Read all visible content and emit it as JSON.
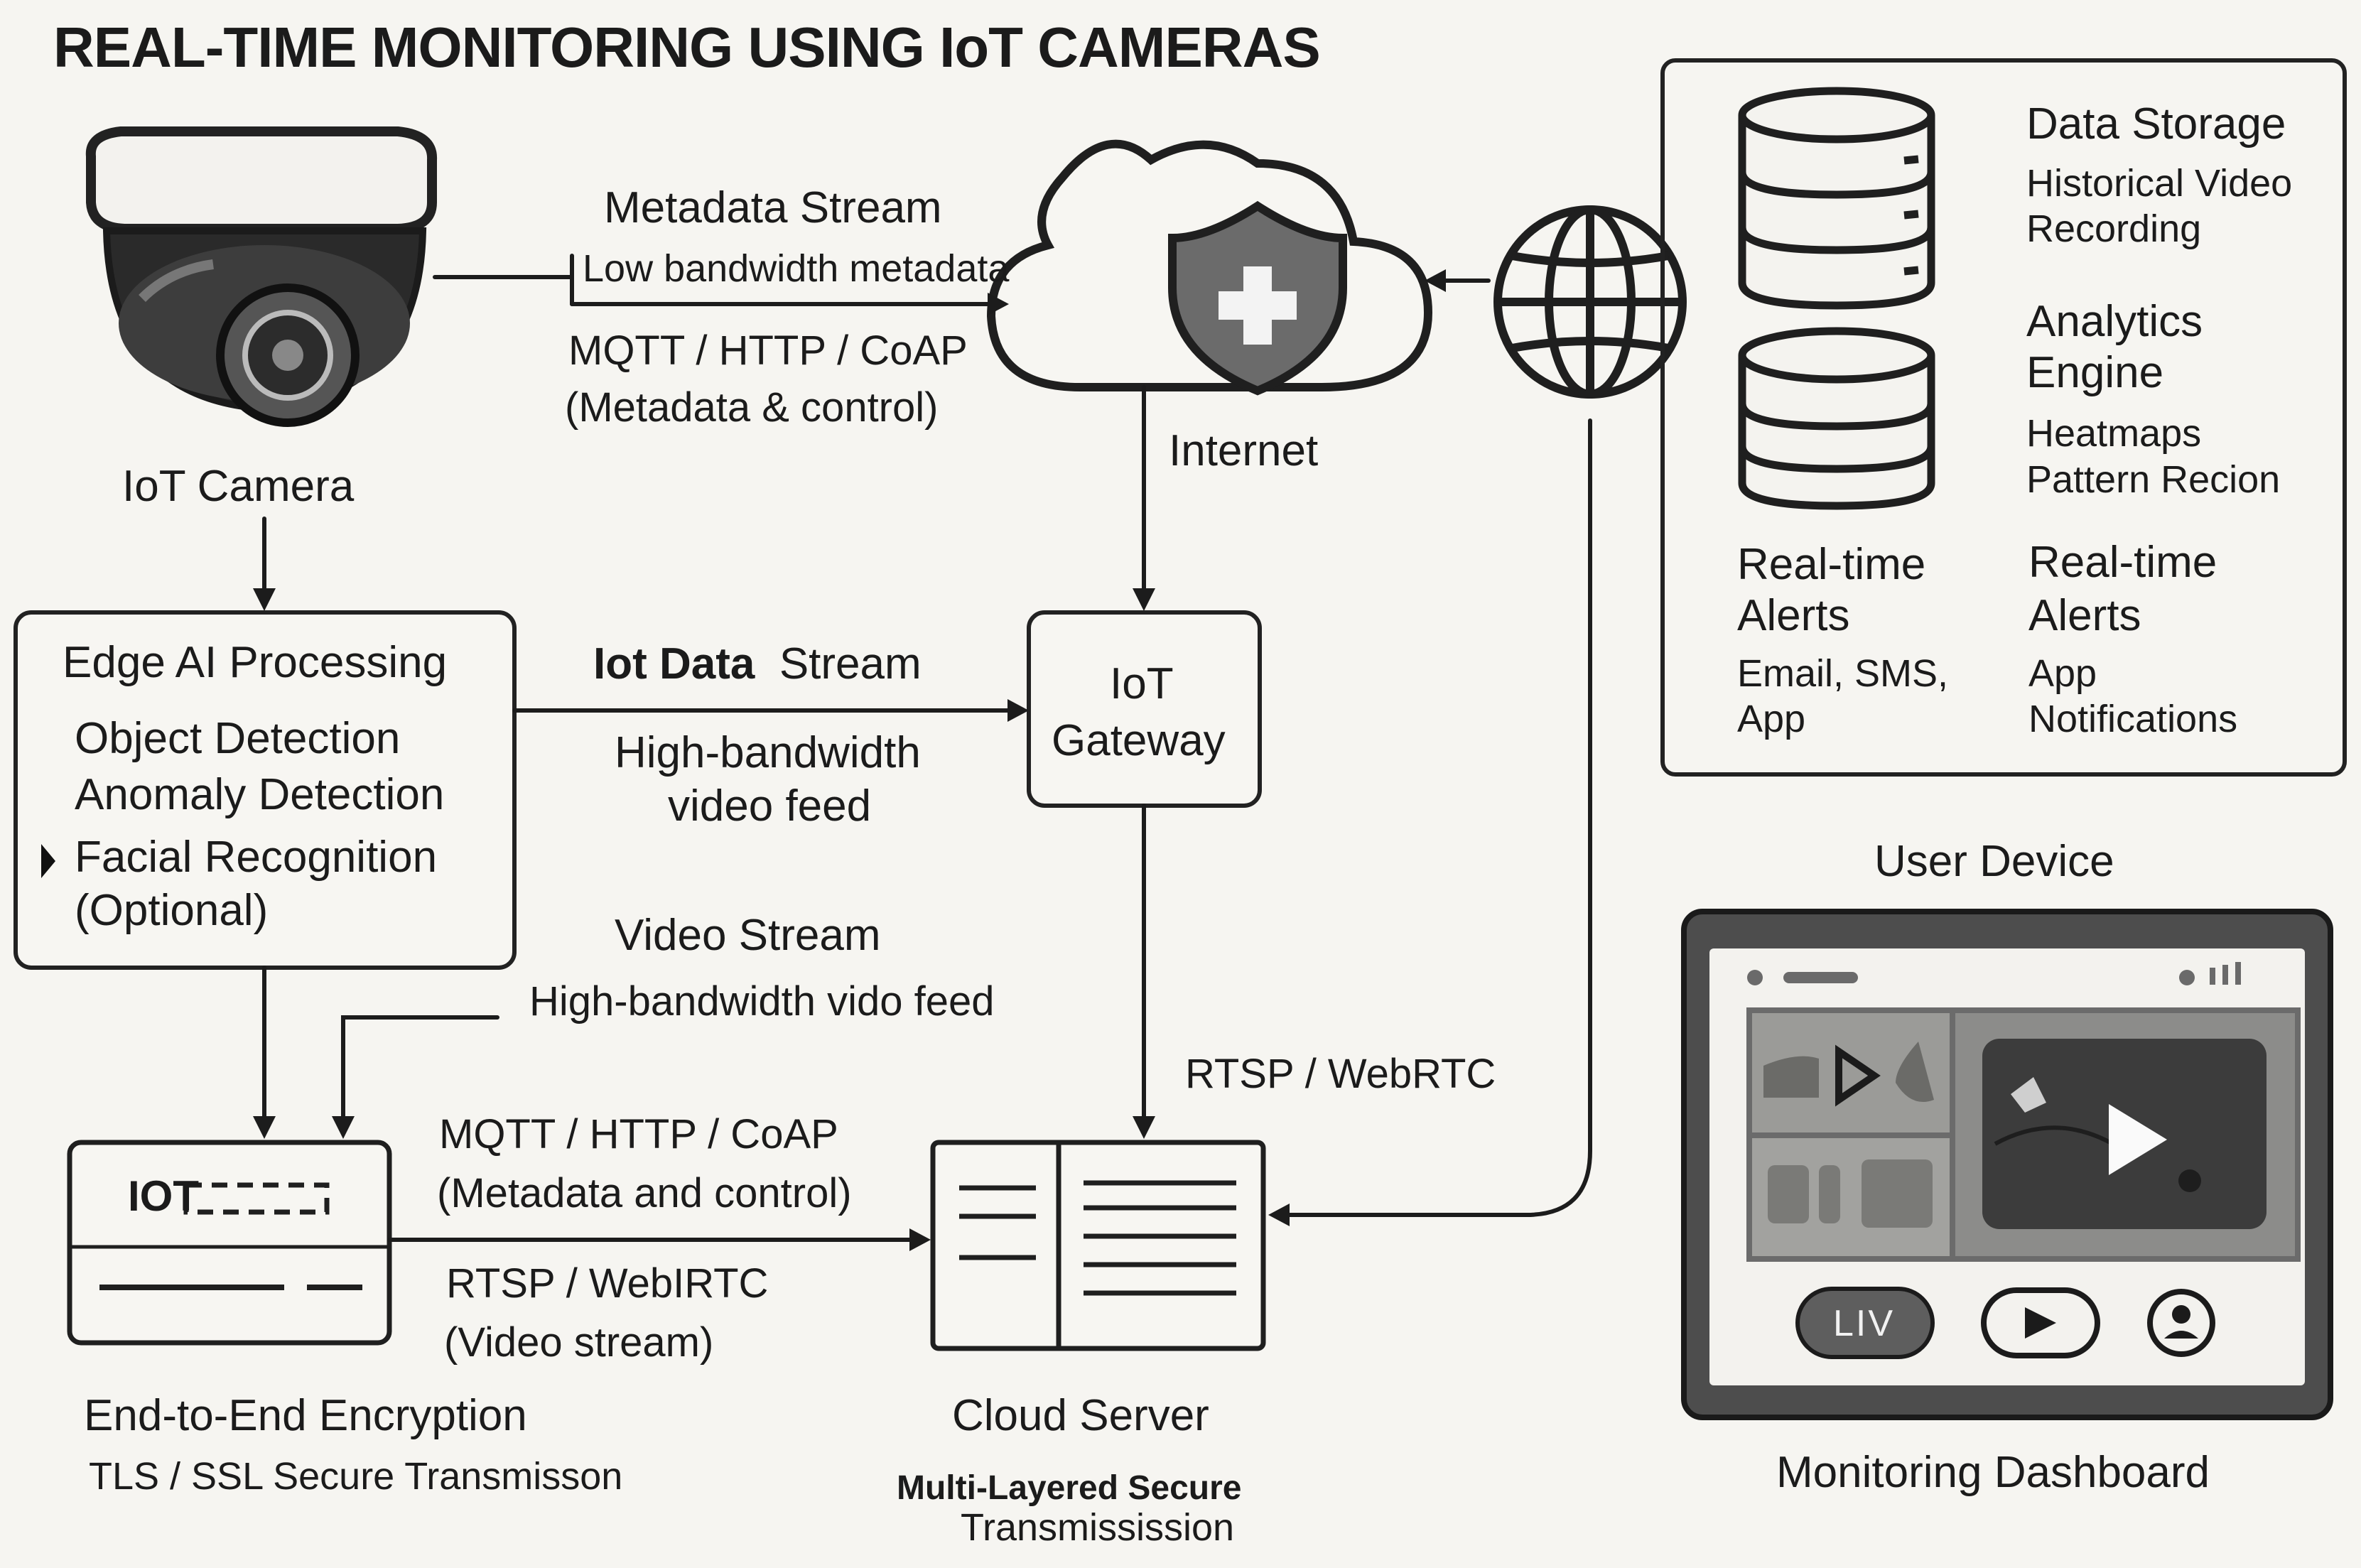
{
  "title": "REAL-TIME MONITORING USING IoT CAMERAS",
  "camera": {
    "label": "IoT Camera"
  },
  "metadata_link": {
    "title": "Metadata Stream",
    "subtitle": "Low bandwidth metadata",
    "protocol": "MQTT / HTTP / CoAP",
    "protocol_note": "(Metadata & control)"
  },
  "internet": {
    "label": "Internet"
  },
  "edge": {
    "title": "Edge AI Processing",
    "items": [
      "Object Detection",
      "Anomaly Detection",
      "Facial Recognition",
      "(Optional)"
    ]
  },
  "iot_data_link": {
    "title_bold": "Iot Data",
    "title_rest": "Stream",
    "line1": "High-bandwidth",
    "line2": "video feed"
  },
  "gateway": {
    "line1": "IoT",
    "line2": "Gateway"
  },
  "video_link": {
    "title": "Video Stream",
    "subtitle": "High-bandwidth vido feed"
  },
  "gateway_link": {
    "label": "RTSP / WebRTC"
  },
  "encryption_device": {
    "device_text": "IOT"
  },
  "encryption_link": {
    "protocol1": "MQTT / HTTP / CoAP",
    "note1": "(Metadata and control)",
    "protocol2": "RTSP / WebIRTC",
    "note2": "(Video stream)"
  },
  "encryption": {
    "title": "End-to-End Encryption",
    "subtitle": "TLS / SSL Secure Transmisson"
  },
  "cloud_server": {
    "label": "Cloud Server",
    "footer_bold": "Multi-Layered Secure",
    "footer": "Transmissission"
  },
  "services": {
    "storage_title": "Data Storage",
    "storage_desc": [
      "Historical Video",
      "Recording"
    ],
    "analytics_title": [
      "Analytics",
      "Engine"
    ],
    "analytics_desc": [
      "Heatmaps",
      "Pattern Recion"
    ],
    "alerts1_title": [
      "Real-time",
      "Alerts"
    ],
    "alerts1_desc": [
      "Email, SMS,",
      "App"
    ],
    "alerts2_title": [
      "Real-time",
      "Alerts"
    ],
    "alerts2_desc": [
      "App",
      "Notifications"
    ]
  },
  "user_device": {
    "title": "User Device",
    "live_button": "LIV",
    "footer": "Monitoring Dashboard"
  }
}
